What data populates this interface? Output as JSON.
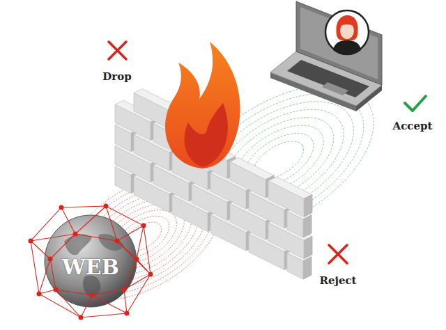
{
  "diagram": {
    "nodes": [
      {
        "text": [
          "WEB"
        ]
      }
    ],
    "labels": [
      "Drop",
      "Accept",
      "Reject"
    ]
  }
}
